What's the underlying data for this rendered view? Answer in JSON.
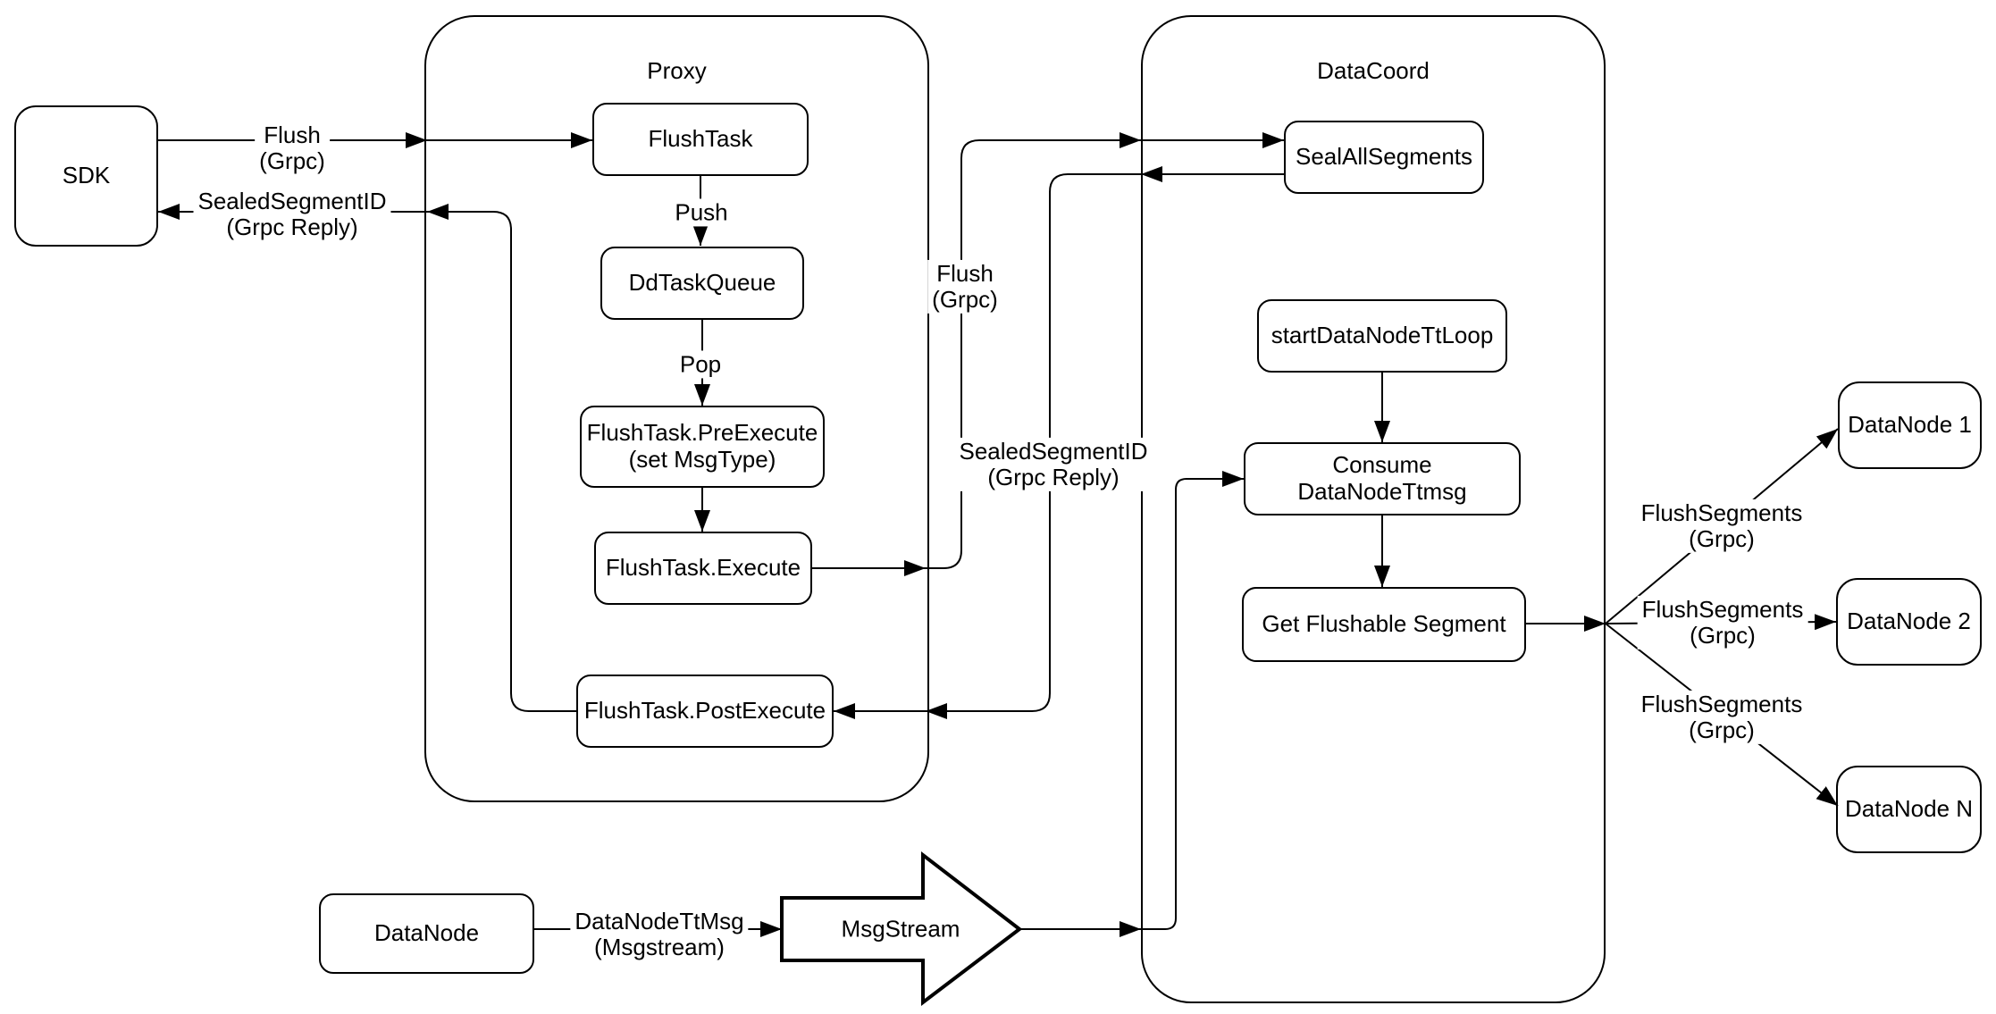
{
  "colors": {
    "stroke": "#000000",
    "fill": "#ffffff",
    "canvas": "#ffffff"
  },
  "containers": {
    "proxy": {
      "title": "Proxy"
    },
    "datacoord": {
      "title": "DataCoord"
    }
  },
  "nodes": {
    "sdk": {
      "label": "SDK"
    },
    "flush_task": {
      "label": "FlushTask"
    },
    "dd_task_queue": {
      "label": "DdTaskQueue"
    },
    "pre_execute": {
      "line1": "FlushTask.PreExecute",
      "line2": "(set MsgType)"
    },
    "execute": {
      "label": "FlushTask.Execute"
    },
    "post_execute": {
      "label": "FlushTask.PostExecute"
    },
    "seal_all_segments": {
      "label": "SealAllSegments"
    },
    "start_datanode_tt_loop": {
      "label": "startDataNodeTtLoop"
    },
    "consume_datanode_ttmsg": {
      "label": "Consume DataNodeTtmsg"
    },
    "get_flushable_segment": {
      "label": "Get Flushable Segment"
    },
    "datanode_1": {
      "label": "DataNode 1"
    },
    "datanode_2": {
      "label": "DataNode 2"
    },
    "datanode_n": {
      "label": "DataNode N"
    },
    "datanode": {
      "label": "DataNode"
    },
    "msgstream": {
      "label": "MsgStream"
    }
  },
  "edge_labels": {
    "flush_grpc_sdk_proxy": {
      "line1": "Flush",
      "line2": "(Grpc)"
    },
    "sealed_segment_id_proxy_sdk": {
      "line1": "SealedSegmentID",
      "line2": "(Grpc Reply)"
    },
    "push": {
      "line1": "Push"
    },
    "pop": {
      "line1": "Pop"
    },
    "flush_grpc_proxy_datacoord": {
      "line1": "Flush",
      "line2": "(Grpc)"
    },
    "sealed_segment_id_datacoord_proxy": {
      "line1": "SealedSegmentID",
      "line2": "(Grpc Reply)"
    },
    "datanode_tt_msg": {
      "line1": "DataNodeTtMsg",
      "line2": "(Msgstream)"
    },
    "flush_segments_1": {
      "line1": "FlushSegments",
      "line2": "(Grpc)"
    },
    "flush_segments_2": {
      "line1": "FlushSegments",
      "line2": "(Grpc)"
    },
    "flush_segments_3": {
      "line1": "FlushSegments",
      "line2": "(Grpc)"
    }
  }
}
